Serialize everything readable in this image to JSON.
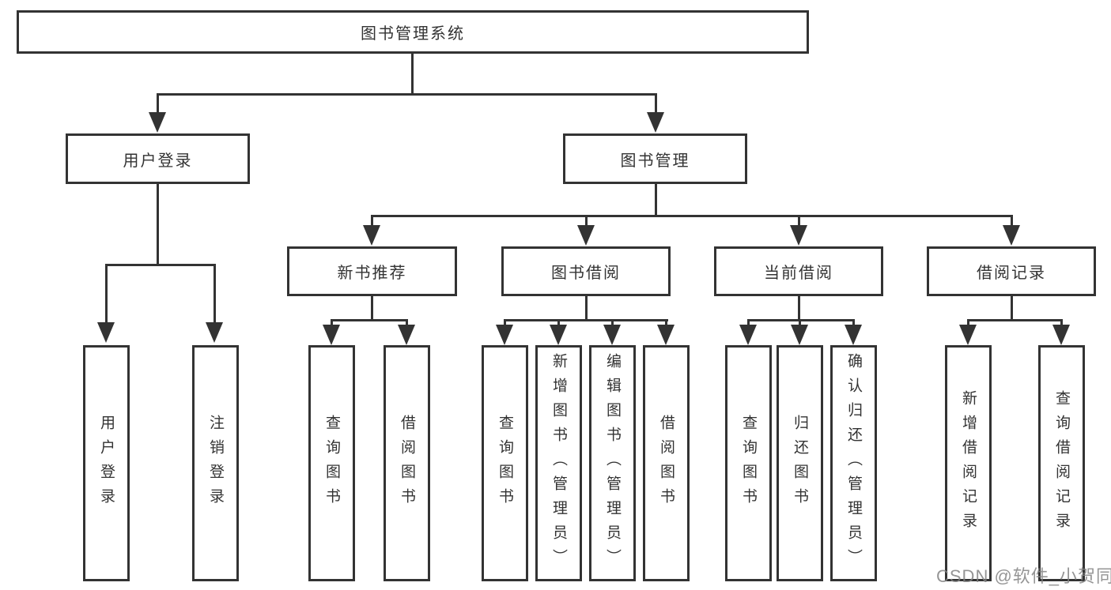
{
  "diagram": {
    "title": "图书管理系统",
    "level1": {
      "user_login": "用户登录",
      "book_management": "图书管理"
    },
    "level2": {
      "new_book_recommend": "新书推荐",
      "book_borrow": "图书借阅",
      "current_borrow": "当前借阅",
      "borrow_records": "借阅记录"
    },
    "leaves": {
      "user_login_login": "用户登录",
      "user_login_logout": "注销登录",
      "recommend_query_books": "查询图书",
      "recommend_borrow_books": "借阅图书",
      "borrow_query_books": "查询图书",
      "borrow_add_books": "新增图书（管理员）",
      "borrow_edit_books": "编辑图书（管理员）",
      "borrow_borrow_books": "借阅图书",
      "current_query_books": "查询图书",
      "current_return_books": "归还图书",
      "current_confirm_return": "确认归还（管理员）",
      "records_add_record": "新增借阅记录",
      "records_query_record": "查询借阅记录"
    },
    "colors": {
      "line": "#333333",
      "text": "#333333",
      "background": "#ffffff",
      "watermark": "#828282"
    }
  },
  "watermark": "CSDN @软件_小贺同学"
}
